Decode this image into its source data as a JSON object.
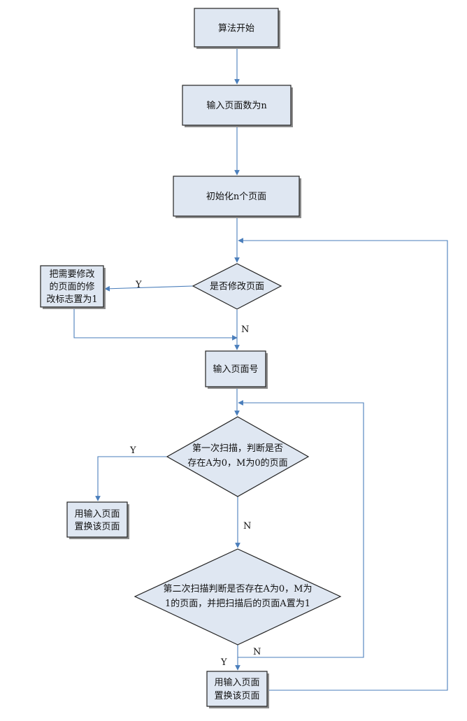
{
  "nodes": {
    "start": "算法开始",
    "input_count": "输入页面数为n",
    "init_pages": "初始化n个页面",
    "modify_check": "是否修改页面",
    "set_flag": [
      "把需要修改",
      "的页面的修",
      "改标志置为1"
    ],
    "input_page_no": "输入页面号",
    "scan1": [
      "第一次扫描，判断是否",
      "存在A为0，M为0的页面"
    ],
    "replace1": [
      "用输入页面",
      "置换该页面"
    ],
    "scan2": [
      "第二次扫描判断是否存在A为0，M为",
      "1的页面，并把扫描后的页面A置为1"
    ],
    "replace2": [
      "用输入页面",
      "置换该页面"
    ]
  },
  "edge_labels": {
    "modify_yes": "Y",
    "modify_no": "N",
    "scan1_yes": "Y",
    "scan1_no": "N",
    "scan2_yes": "Y",
    "scan2_no": "N"
  },
  "colors": {
    "box_fill": "#dfe7f2",
    "connector": "#4a7ebb"
  }
}
